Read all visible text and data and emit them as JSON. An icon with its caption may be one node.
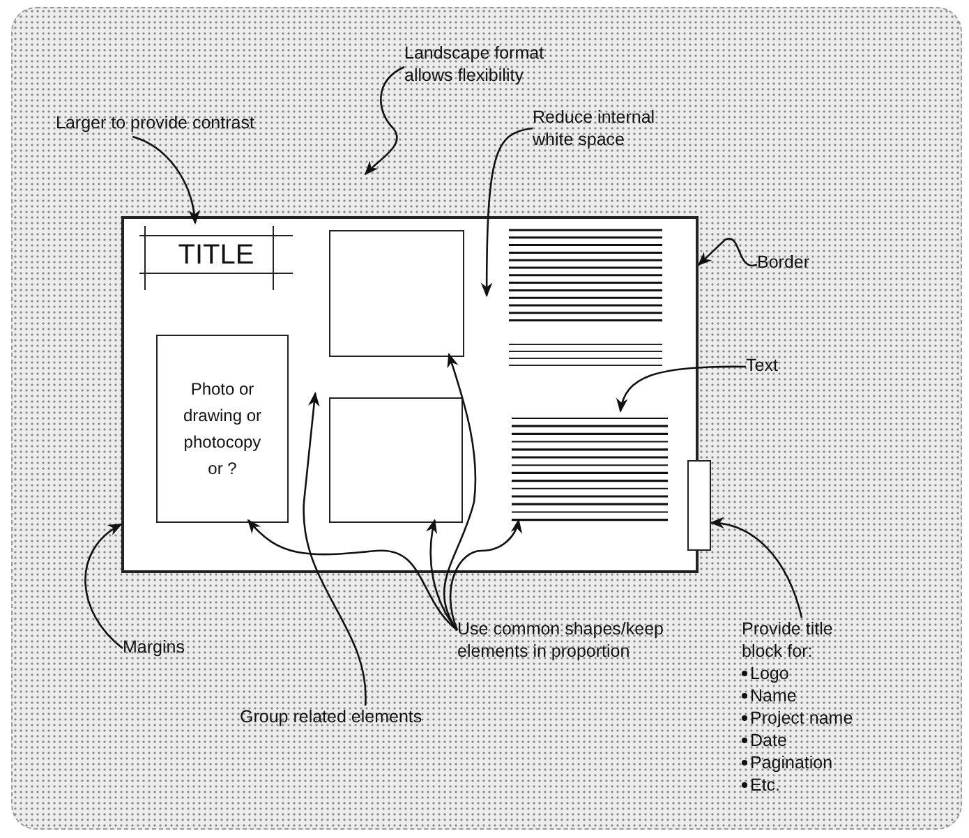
{
  "diagram": {
    "nodes": [
      {
        "text": [
          "Landscape format allows flexibility"
        ]
      },
      {
        "text": [
          "Larger to provide contrast"
        ]
      },
      {
        "text": [
          "Reduce internal white space"
        ]
      },
      {
        "text": [],
        "shape": "box"
      },
      {
        "text": [
          "TITLE"
        ],
        "in": 3
      },
      {
        "text": [],
        "shape": "box",
        "in": 3
      },
      {
        "text": [
          "Border"
        ]
      },
      {
        "text": [
          "Photo or drawing or photocopy or ?"
        ],
        "in": 3
      },
      {
        "text": [
          "Text"
        ]
      },
      {
        "text": [],
        "shape": "box",
        "in": 3
      },
      {
        "text": [],
        "shape": "lines",
        "in": 3
      },
      {
        "text": [],
        "shape": "box"
      },
      {
        "text": [
          "Margins"
        ]
      },
      {
        "text": [
          "Use common shapes/keep elements in proportion"
        ]
      },
      {
        "text": [
          "Provide title block for:",
          "Logo",
          "Name",
          "Project name",
          "Date",
          "Pagination",
          "Etc."
        ]
      },
      {
        "text": [
          "Group related elements"
        ]
      }
    ],
    "edges": [
      {
        "from": 0,
        "to": null,
        "arrow": "to"
      },
      {
        "from": 1,
        "to": 4,
        "arrow": "to"
      },
      {
        "from": 2,
        "to": 3,
        "arrow": "to"
      },
      {
        "from": 6,
        "to": 3,
        "arrow": "to"
      },
      {
        "from": 8,
        "to": 10,
        "arrow": "to"
      },
      {
        "from": 12,
        "to": 3,
        "arrow": "to"
      },
      {
        "from": 15,
        "to": 3,
        "arrow": "to"
      },
      {
        "from": 13,
        "to": 7,
        "arrow": "to"
      },
      {
        "from": 13,
        "to": 9,
        "arrow": "to"
      },
      {
        "from": 13,
        "to": 5,
        "arrow": "to"
      },
      {
        "from": 13,
        "to": 10,
        "arrow": "to"
      },
      {
        "from": 14,
        "to": 11,
        "arrow": "to"
      }
    ]
  }
}
